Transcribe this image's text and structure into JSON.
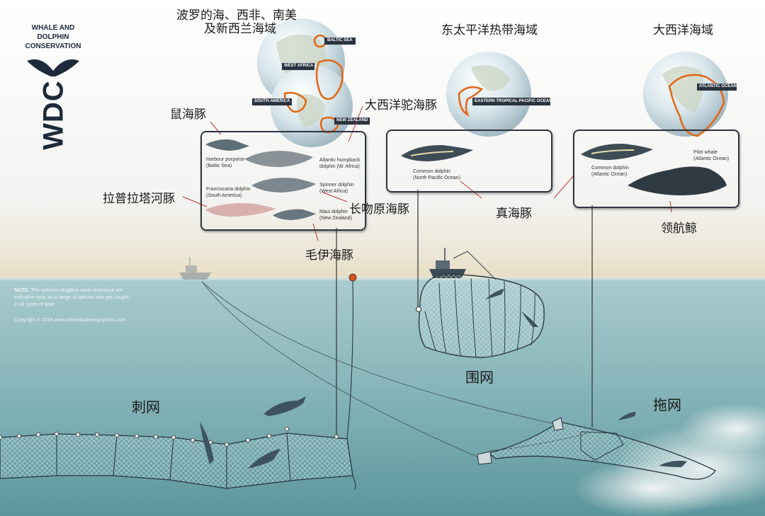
{
  "logo": {
    "line1": "WHALE AND",
    "line2": "DOLPHIN",
    "line3": "CONSERVATION",
    "mark": "WDC"
  },
  "region_titles": {
    "west": [
      "波罗的海、西非、南美",
      "及新西兰海域"
    ],
    "pacific": "东太平洋热带海域",
    "atlantic": "大西洋海域"
  },
  "globe_labels": {
    "baltic": "BALTIC SEA",
    "west_africa": "WEST AFRICA",
    "south_america": "SOUTH AMERICA",
    "new_zealand": "NEW ZEALAND",
    "etp": "EASTERN TROPICAL PACIFIC OCEAN",
    "atlantic": "ATLANTIC OCEAN"
  },
  "cards": {
    "gillnet": {
      "harbour": [
        "Harbour porpoise",
        "(Baltic Sea)"
      ],
      "humpback": [
        "Atlantic humpback",
        "dolphin (W. Africa)"
      ],
      "franciscana": [
        "Franciscana dolphin",
        "(South America)"
      ],
      "spinner": [
        "Spinner dolphin",
        "(West Africa)"
      ],
      "maui": [
        "Maui dolphin",
        "(New Zealand)"
      ]
    },
    "purse": {
      "common": [
        "Common dolphin",
        "(North Pacific Ocean)"
      ]
    },
    "trawl": {
      "common": [
        "Common dolphin",
        "(Atlantic Ocean)"
      ],
      "pilot": [
        "Pilot whale",
        "(Atlantic Ocean)"
      ]
    }
  },
  "species_cn": {
    "harbour": "鼠海豚",
    "humpback": "大西洋驼海豚",
    "franciscana": "拉普拉塔河豚",
    "spinner": "长吻原海豚",
    "maui": "毛伊海豚",
    "common": "真海豚",
    "pilot": "领航鲸"
  },
  "gear": {
    "gillnet": "刺网",
    "purse_seine": "围网",
    "trawl": "拖网"
  },
  "note": {
    "title": "NOTE:",
    "body": [
      " The species caught in each technique are",
      "indicative only, as a range of species can get caught",
      "in all types of gear."
    ],
    "copyright": "Copyright © 2015 www.richardpalmergraphics.com"
  },
  "colors": {
    "sky_top": "#ffffff",
    "water_surface": "#aacbcf",
    "water_deep": "#5f9aa0",
    "region_outline": "#e06a1a",
    "buoy": "#d5541d",
    "card_border": "#2e3440"
  }
}
